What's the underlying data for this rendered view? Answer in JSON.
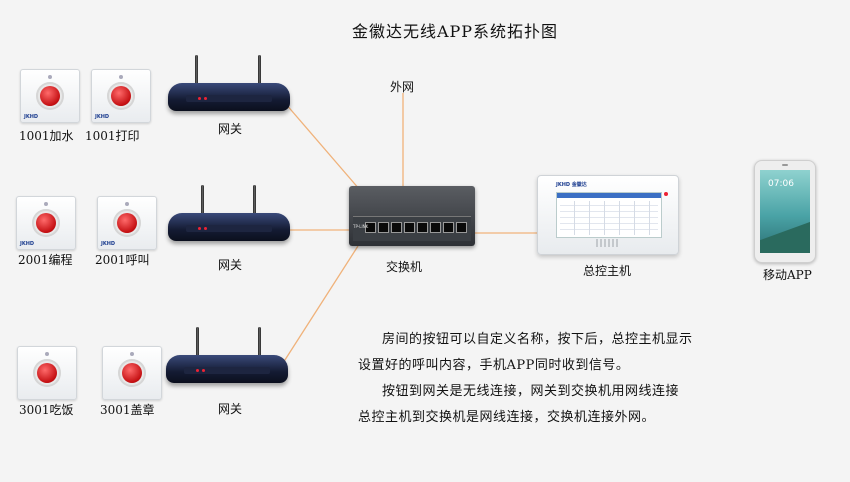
{
  "title": "金徽达无线APP系统拓扑图",
  "external_network": "外网",
  "gateway_label": "网关",
  "switch_label": "交换机",
  "host_label": "总控主机",
  "mobile_label": "移动APP",
  "buttons": [
    {
      "label": "1001加水"
    },
    {
      "label": "1001打印"
    },
    {
      "label": "2001编程"
    },
    {
      "label": "2001呼叫"
    },
    {
      "label": "3001吃饭"
    },
    {
      "label": "3001盖章"
    }
  ],
  "device_text": {
    "button_brand": "JKHD",
    "host_brand": "JKHD 金徽达",
    "switch_brand": "TP-LINK",
    "phone_time": "07:06"
  },
  "description": {
    "p1_line1": "房间的按钮可以自定义名称，按下后，总控主机显示",
    "p1_line2": "设置好的呼叫内容，手机APP同时收到信号。",
    "p2_line1": "按钮到网关是无线连接，网关到交换机用网线连接",
    "p2_line2": "总控主机到交换机是网线连接，交换机连接外网。"
  },
  "colors": {
    "link_line": "#f0b27a",
    "button_red": "#c40f12"
  }
}
